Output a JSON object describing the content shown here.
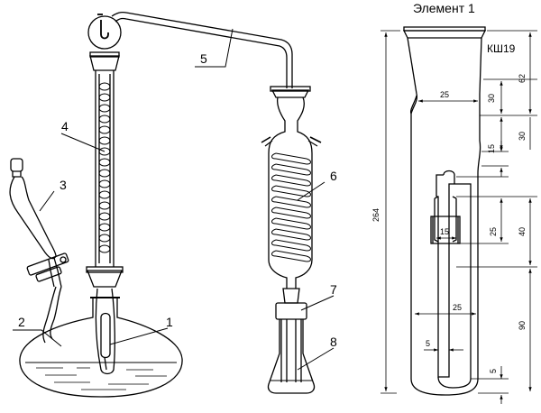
{
  "callouts": {
    "n1": "1",
    "n2": "2",
    "n3": "3",
    "n4": "4",
    "n5": "5",
    "n6": "6",
    "n7": "7",
    "n8": "8"
  },
  "element_drawing": {
    "caption": "Элемент 1",
    "joint_mark": "КШ19",
    "dimensions": {
      "top_width": "25",
      "neck_height": "30",
      "upper_height": "62",
      "shoulder_height": "30",
      "gap": "15",
      "overall_height": "264",
      "bulb_width": "15",
      "bulb_height": "25",
      "bulb_section": "40",
      "inner_width": "25",
      "lower_height": "90",
      "tube_width": "5",
      "bottom_gap": "5"
    }
  }
}
